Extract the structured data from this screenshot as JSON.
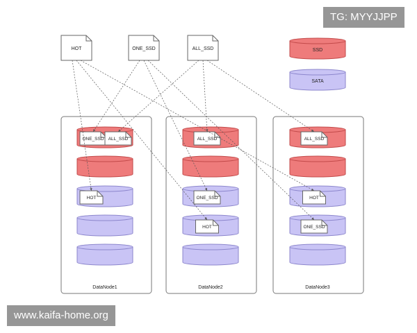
{
  "colors": {
    "ssd_fill": "#ee7b7b",
    "ssd_stroke": "#c24a4a",
    "sata_fill": "#c9c4f5",
    "sata_stroke": "#8c86cc",
    "line": "#555555"
  },
  "legend": [
    {
      "id": "ssd",
      "label": "SSD",
      "type": "ssd"
    },
    {
      "id": "sata",
      "label": "SATA",
      "type": "sata"
    }
  ],
  "policies": [
    {
      "id": "hot",
      "label": "HOT"
    },
    {
      "id": "one_ssd",
      "label": "ONE_SSD"
    },
    {
      "id": "all_ssd",
      "label": "ALL_SSD"
    }
  ],
  "nodes": [
    {
      "id": "dn1",
      "label": "DataNode1",
      "disks": [
        "ssd",
        "ssd",
        "sata",
        "sata",
        "sata"
      ],
      "replicas": [
        {
          "policy": "one_ssd",
          "label": "ONE_SSD",
          "disk": 0,
          "slot": "left"
        },
        {
          "policy": "all_ssd",
          "label": "ALL_SSD",
          "disk": 0,
          "slot": "right"
        },
        {
          "policy": "hot",
          "label": "HOT",
          "disk": 2,
          "slot": "left"
        }
      ]
    },
    {
      "id": "dn2",
      "label": "DataNode2",
      "disks": [
        "ssd",
        "ssd",
        "sata",
        "sata",
        "sata"
      ],
      "replicas": [
        {
          "policy": "all_ssd",
          "label": "ALL_SSD",
          "disk": 0,
          "slot": "mid"
        },
        {
          "policy": "one_ssd",
          "label": "ONE_SSD",
          "disk": 2,
          "slot": "mid"
        },
        {
          "policy": "hot",
          "label": "HOT",
          "disk": 3,
          "slot": "mid"
        }
      ]
    },
    {
      "id": "dn3",
      "label": "DataNode3",
      "disks": [
        "ssd",
        "ssd",
        "sata",
        "sata",
        "sata"
      ],
      "replicas": [
        {
          "policy": "all_ssd",
          "label": "ALL_SSD",
          "disk": 0,
          "slot": "mid"
        },
        {
          "policy": "hot",
          "label": "HOT",
          "disk": 2,
          "slot": "mid"
        },
        {
          "policy": "one_ssd",
          "label": "ONE_SSD",
          "disk": 3,
          "slot": "mid"
        }
      ]
    }
  ],
  "watermarks": {
    "top": "TG: MYYJJPP",
    "bottom": "www.kaifa-home.org"
  }
}
